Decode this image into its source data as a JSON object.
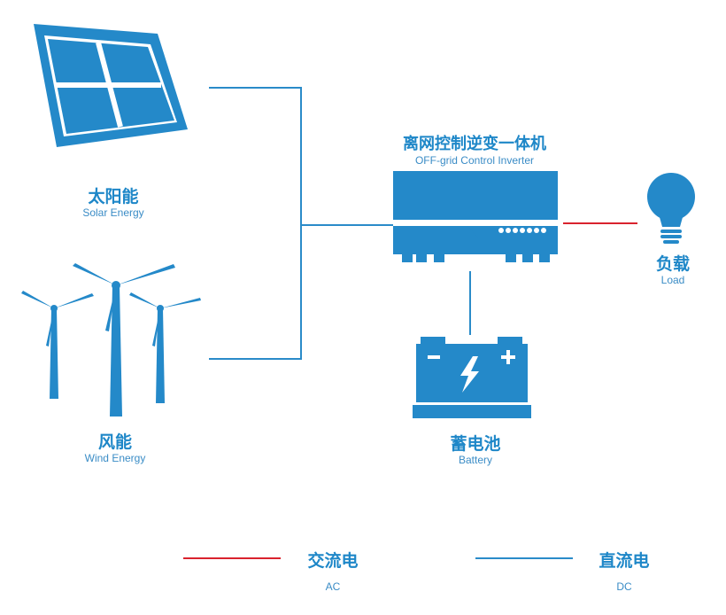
{
  "nodes": {
    "solar": {
      "zh": "太阳能",
      "en": "Solar Energy"
    },
    "wind": {
      "zh": "风能",
      "en": "Wind Energy"
    },
    "inverter": {
      "zh": "离网控制逆变一体机",
      "en": "OFF-grid Control Inverter"
    },
    "load": {
      "zh": "负载",
      "en": "Load"
    },
    "battery": {
      "zh": "蓄电池",
      "en": "Battery"
    }
  },
  "legend": {
    "ac": {
      "zh": "交流电",
      "en": "AC",
      "color": "#d9232e"
    },
    "dc": {
      "zh": "直流电",
      "en": "DC",
      "color": "#2a8bc9"
    }
  },
  "colors": {
    "primary": "#1e87c8",
    "ac_line": "#d9232e",
    "dc_line": "#2a8bc9"
  }
}
